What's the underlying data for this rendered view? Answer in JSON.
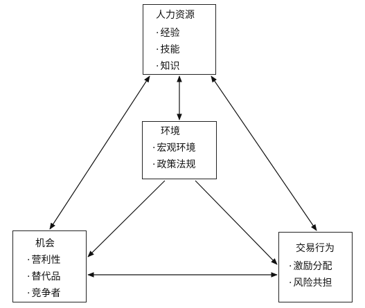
{
  "human_resources": {
    "title": "人力资源",
    "items": [
      "经验",
      "技能",
      "知识"
    ]
  },
  "environment": {
    "title": "环境",
    "items": [
      "宏观环境",
      "政策法规"
    ]
  },
  "opportunity": {
    "title": "机会",
    "items": [
      "营利性",
      "替代品",
      "竞争者"
    ]
  },
  "transaction": {
    "title": "交易行为",
    "items": [
      "激励分配",
      "风险共担"
    ]
  }
}
